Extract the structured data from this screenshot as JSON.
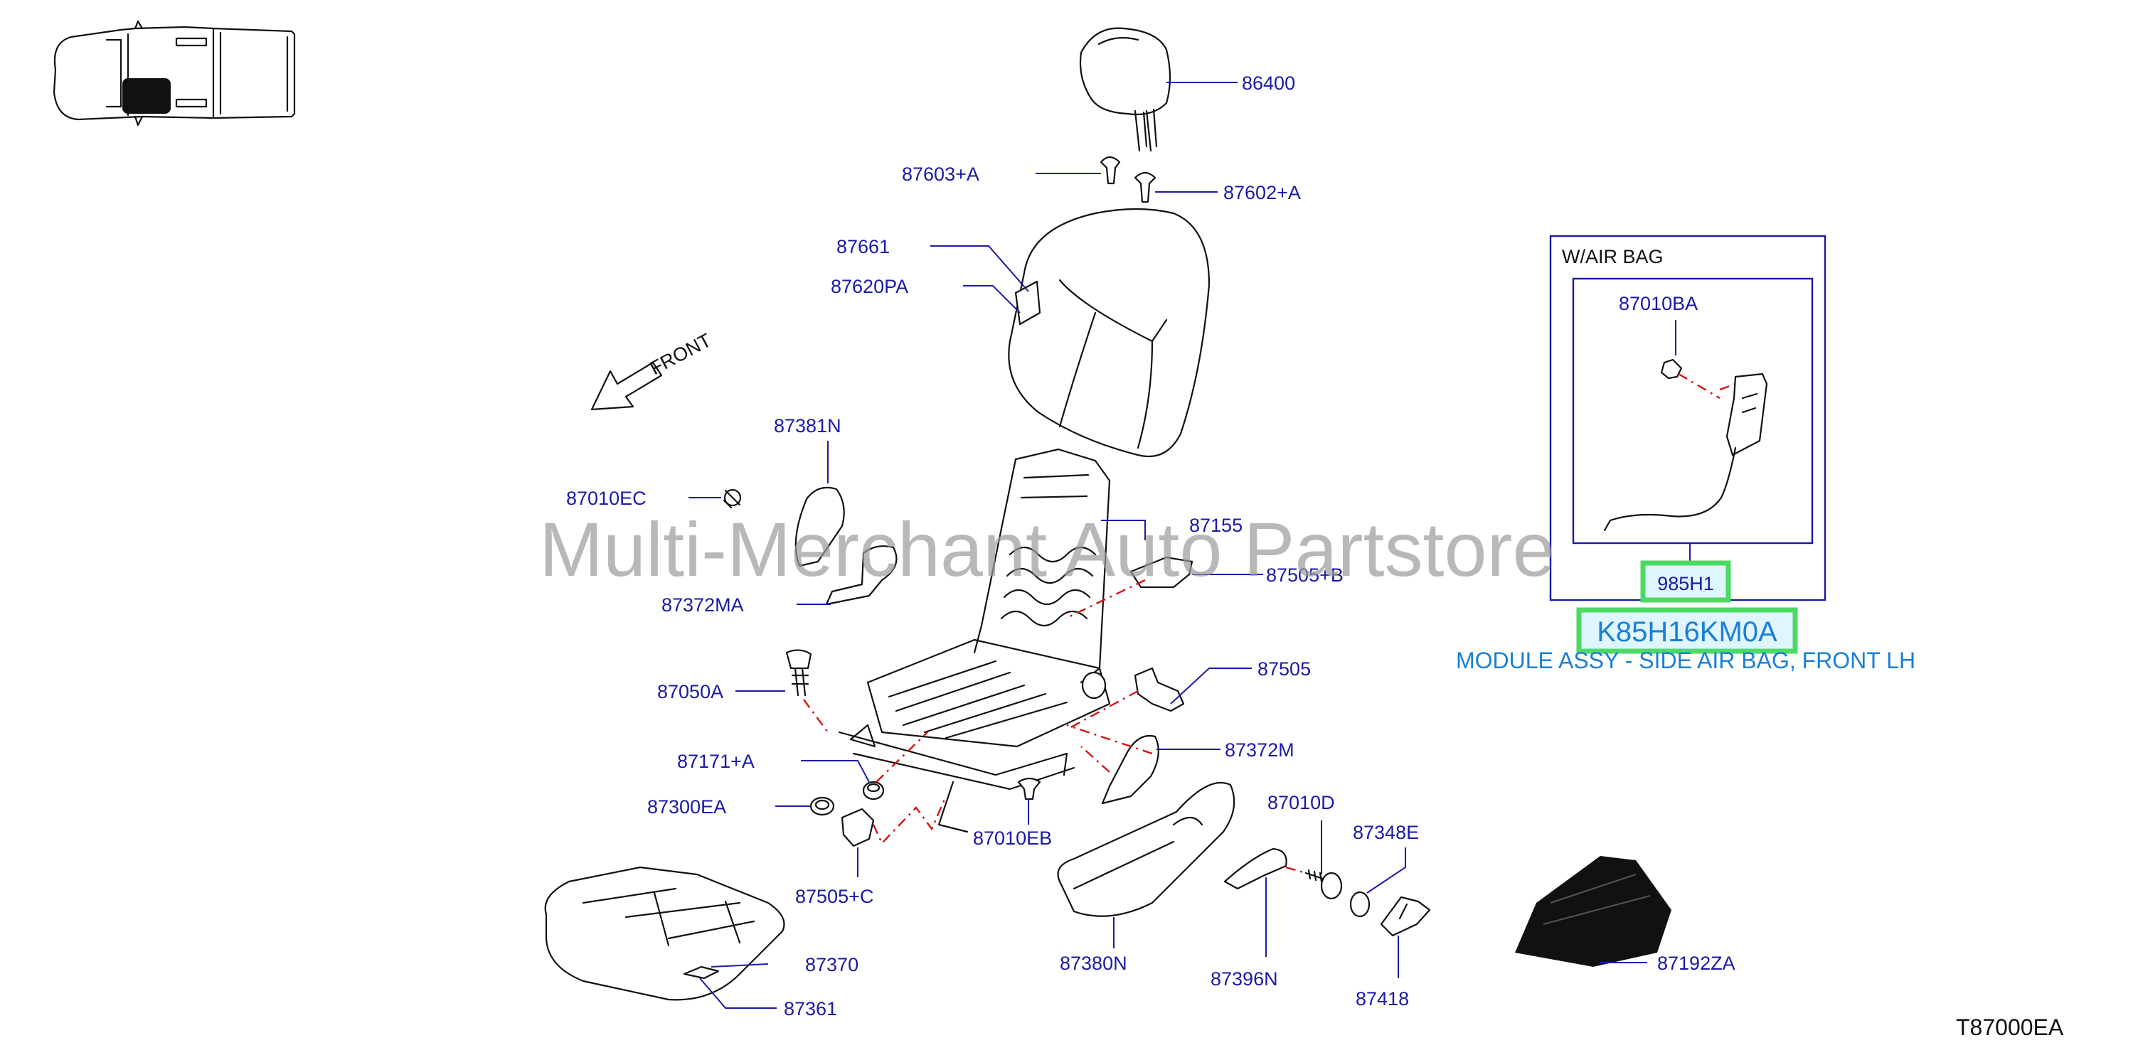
{
  "diagram": {
    "code": "T87000EA",
    "front_label": "FRONT",
    "watermark": "Multi-Merchant Auto Partstore",
    "parts": {
      "p86400": "86400",
      "p87603A": "87603+A",
      "p87602A": "87602+A",
      "p87661": "87661",
      "p87620PA": "87620PA",
      "p87381N": "87381N",
      "p87010EC": "87010EC",
      "p87155": "87155",
      "p87505B": "87505+B",
      "p87372MA": "87372MA",
      "p87050A": "87050A",
      "p87505": "87505",
      "p87171A": "87171+A",
      "p87372M": "87372M",
      "p87300EA": "87300EA",
      "p87010EB": "87010EB",
      "p87505C": "87505+C",
      "p87010D": "87010D",
      "p87348E": "87348E",
      "p87370": "87370",
      "p87361": "87361",
      "p87380N": "87380N",
      "p87396N": "87396N",
      "p87418": "87418",
      "p87192ZA": "87192ZA"
    },
    "airbag_inset": {
      "title": "W/AIR   BAG",
      "part": "87010BA",
      "ref_code": "985H1",
      "part_number": "K85H16KM0A",
      "description": "MODULE ASSY - SIDE AIR BAG, FRONT LH"
    },
    "colors": {
      "label": "#1a1aa6",
      "highlight_box": "#4cd964",
      "part_number_text": "#1a7fd6",
      "description_text": "#1a7fd6",
      "red_leader": "#d21414",
      "line_art": "#111111"
    }
  }
}
